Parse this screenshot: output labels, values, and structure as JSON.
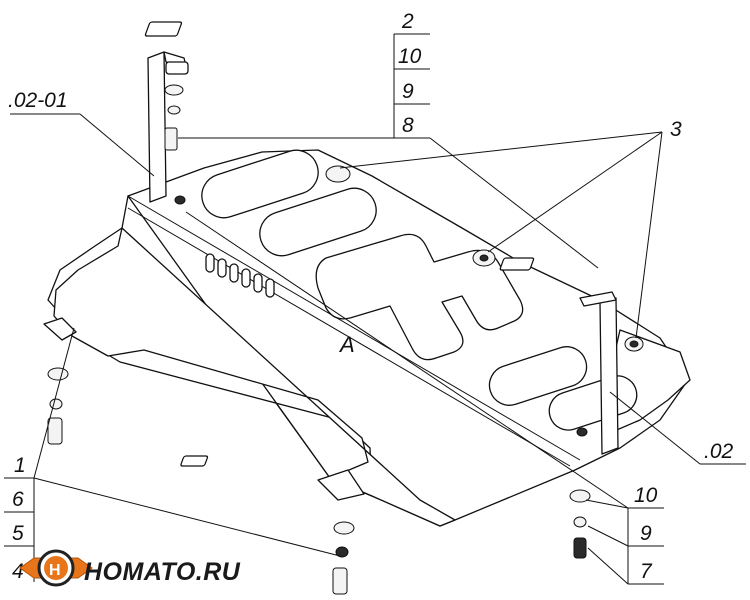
{
  "callouts": {
    "part_0201": ".02-01",
    "part_02": ".02",
    "top_stack": [
      "2",
      "10",
      "9",
      "8"
    ],
    "right_label": "3",
    "bottom_left_stack": [
      "1",
      "6",
      "5",
      "4"
    ],
    "bottom_right_stack": [
      "10",
      "9",
      "7"
    ],
    "plate_mark": "A"
  },
  "brand": {
    "name": "HOMATO.RU",
    "logo_letter": "H",
    "accent_color": "#e8751a"
  }
}
